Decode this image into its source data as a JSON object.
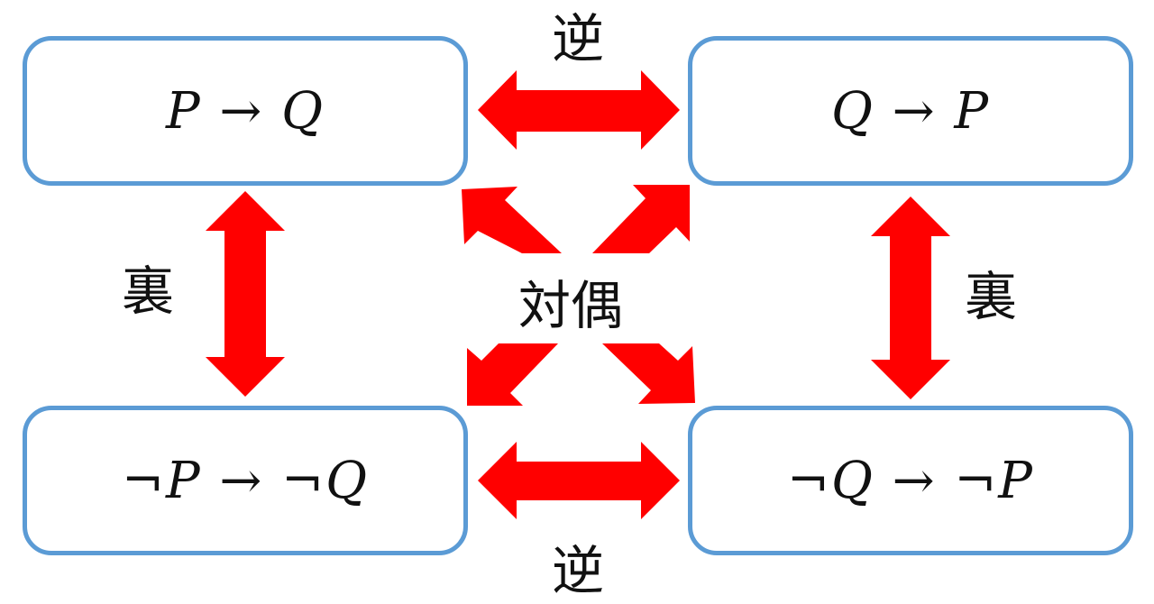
{
  "diagram": {
    "title": "",
    "propositions": {
      "original": "P → Q",
      "converse": "Q → P",
      "inverse": "¬P → ¬Q",
      "contrapositive": "¬Q → ¬P"
    },
    "relations": {
      "converse_top": "逆",
      "converse_bottom": "逆",
      "inverse_left": "裏",
      "inverse_right": "裏",
      "contrapositive_center": "対偶"
    },
    "colors": {
      "box_border": "#5B9BD5",
      "arrow_fill": "#FF0000",
      "text": "#111111"
    }
  }
}
